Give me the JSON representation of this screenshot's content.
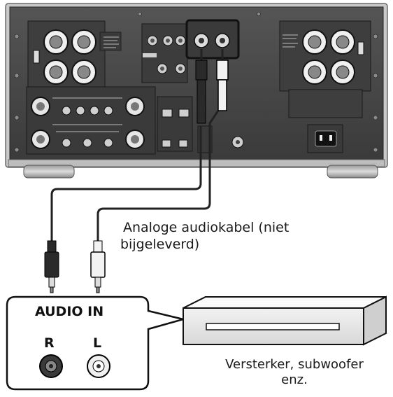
{
  "captions": {
    "cable_line1": "Analoge audiokabel (niet",
    "cable_line2": "bijgeleverd)",
    "device_line1": "Versterker, subwoofer",
    "device_line2": "enz."
  },
  "input_panel": {
    "title": "AUDIO IN",
    "right_label": "R",
    "left_label": "L"
  },
  "colors": {
    "chassis": "#4a4a4a",
    "chassis_dark": "#2b2b2b",
    "panel_frame": "#d0d0d0",
    "cable": "#222222",
    "highlight": "#111111"
  },
  "icons": [
    "speaker-terminal-icon",
    "xlr-socket-icon",
    "rca-jack-icon",
    "power-socket-icon",
    "rca-plug-icon"
  ]
}
